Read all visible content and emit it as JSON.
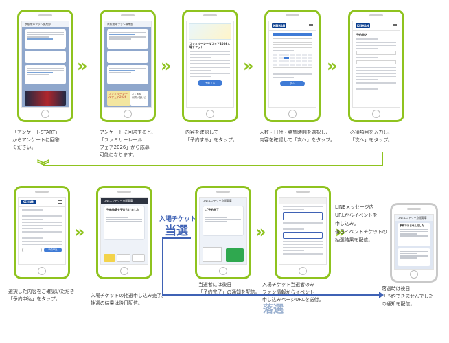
{
  "colors": {
    "accent": "#8fc31f",
    "win": "#3f62b5",
    "lose": "#9ab0cf",
    "chat_bg": "#8fa7cc",
    "brand": "#0b3f8f"
  },
  "icons": {
    "arrow": "double-chevron-right",
    "down": "double-chevron-down"
  },
  "phones": {
    "p1": {
      "header": "京阪電車ファン倶楽部"
    },
    "p2": {
      "header": "京阪電車ファン倶楽部",
      "promo": "ファミリーレールフェア2026",
      "info_button": "よくある\nお問い合わせ"
    },
    "p3": {
      "title": "ファミリーレールフェア2026入場チケット",
      "button": "予約する"
    },
    "p4": {
      "logo": "KEIHAN",
      "button": "次へ"
    },
    "p5": {
      "logo": "KEIHAN",
      "title": "予約申込"
    },
    "p6": {
      "logo": "KEIHAN",
      "button": "予約申込"
    },
    "p7": {
      "header": "LINEエントリー京阪電車",
      "message": "予約抽選を受け付けました"
    },
    "p8": {
      "header": "LINEエントリー京阪電車",
      "message": "ご予約完了"
    },
    "p10": {
      "header": "LINEエントリー京阪電車",
      "message": "予約できませんでした"
    }
  },
  "captions": {
    "c1": [
      "「アンケートSTART」",
      "からアンケートに回答",
      "ください。"
    ],
    "c2": [
      "アンケートに回答すると、",
      "「ファミリーレール",
      "フェア2026」から応募",
      "可能になります。"
    ],
    "c3": [
      "内容を確認して",
      "「予約する」をタップ。"
    ],
    "c4": [
      "人数・日付・希望時間を選択し、",
      "内容を確認して「次へ」をタップ。"
    ],
    "c5": [
      "必須項目を入力し、",
      "「次へ」をタップ。"
    ],
    "c6": [
      "選択した内容をご確認いただき",
      "「予約申込」をタップ。"
    ],
    "c7": [
      "入場チケットの抽選申し込み完了。",
      "抽選の結果は後日配信。"
    ],
    "c8": [
      "当選者には後日",
      "「予約完了」の通知を配信。"
    ],
    "c9": [
      "入場チケット当選者のみ",
      "ファン情報からイベント",
      "申し込みページURLを送付。"
    ],
    "c10": [
      "LINEメッセージ内",
      "URLからイベントを",
      "申し込み。",
      "後日イベントチケットの",
      "抽選結果を配信。"
    ],
    "c11": [
      "落選時は後日",
      "「予約できませんでした」",
      "の通知を配信。"
    ]
  },
  "branches": {
    "win_top": "入場チケット",
    "win_main": "当選",
    "lose": "落選"
  }
}
